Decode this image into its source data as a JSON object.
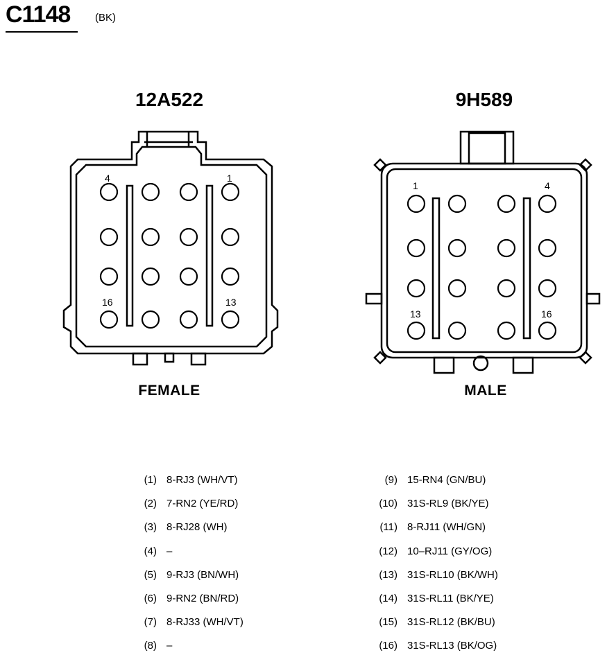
{
  "connector": {
    "id": "C1148",
    "color": "(BK)"
  },
  "female": {
    "part_number": "12A522",
    "label": "FEMALE",
    "pin_numbers": {
      "top_left": "4",
      "top_right": "1",
      "bottom_left": "16",
      "bottom_right": "13"
    }
  },
  "male": {
    "part_number": "9H589",
    "label": "MALE",
    "pin_numbers": {
      "top_left": "1",
      "top_right": "4",
      "bottom_left": "13",
      "bottom_right": "16"
    }
  },
  "pins_left": [
    {
      "index": "(1)",
      "circuit": "8-RJ3 (WH/VT)"
    },
    {
      "index": "(2)",
      "circuit": "7-RN2 (YE/RD)"
    },
    {
      "index": "(3)",
      "circuit": "8-RJ28 (WH)"
    },
    {
      "index": "(4)",
      "circuit": "–"
    },
    {
      "index": "(5)",
      "circuit": "9-RJ3 (BN/WH)"
    },
    {
      "index": "(6)",
      "circuit": "9-RN2 (BN/RD)"
    },
    {
      "index": "(7)",
      "circuit": "8-RJ33 (WH/VT)"
    },
    {
      "index": "(8)",
      "circuit": "–"
    }
  ],
  "pins_right": [
    {
      "index": "(9)",
      "circuit": "15-RN4 (GN/BU)"
    },
    {
      "index": "(10)",
      "circuit": "31S-RL9 (BK/YE)"
    },
    {
      "index": "(11)",
      "circuit": "8-RJ11 (WH/GN)"
    },
    {
      "index": "(12)",
      "circuit": "10–RJ11 (GY/OG)"
    },
    {
      "index": "(13)",
      "circuit": "31S-RL10 (BK/WH)"
    },
    {
      "index": "(14)",
      "circuit": "31S-RL11 (BK/YE)"
    },
    {
      "index": "(15)",
      "circuit": "31S-RL12 (BK/BU)"
    },
    {
      "index": "(16)",
      "circuit": "31S-RL13 (BK/OG)"
    }
  ]
}
